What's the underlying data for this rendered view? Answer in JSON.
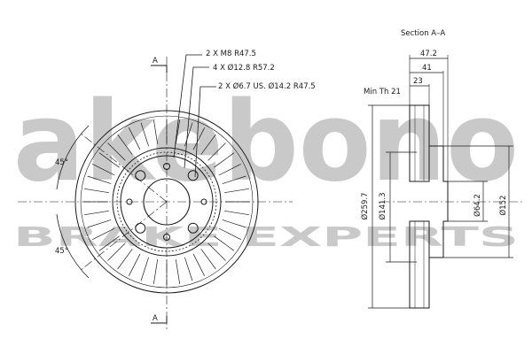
{
  "watermark": {
    "brand": "akebono",
    "tagline": "BRAKE  EXPERTS",
    "color": "#c9c9c9"
  },
  "front_view": {
    "section_marker_top": "A",
    "section_marker_bottom": "A",
    "angle_upper": "45°",
    "angle_lower": "45°",
    "callouts": [
      "2 X M8 R47.5",
      "4 X Ø12.8 R57.2",
      "2 X Ø6.7 US. Ø14.2 R47.5"
    ]
  },
  "section_view": {
    "title": "Section A–A",
    "min_thickness": "Min Th 21",
    "dim_total_height": "47.2",
    "dim_hat_height": "41",
    "dim_disc_thickness": "23",
    "dim_outer_diameter": "Ø259.7",
    "dim_pitch_diameter": "Ø141.3",
    "dim_center_bore": "Ø64.2",
    "dim_hat_diameter": "Ø152"
  },
  "colors": {
    "line": "#1a1a1a",
    "watermark": "#c9c9c9"
  }
}
